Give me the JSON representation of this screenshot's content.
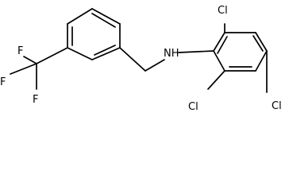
{
  "atoms": {
    "cl_top": "Cl",
    "cl_right": "Cl",
    "cl_left": "Cl",
    "nh": "NH",
    "f_top": "F",
    "f_left": "F",
    "f_bottom": "F"
  }
}
